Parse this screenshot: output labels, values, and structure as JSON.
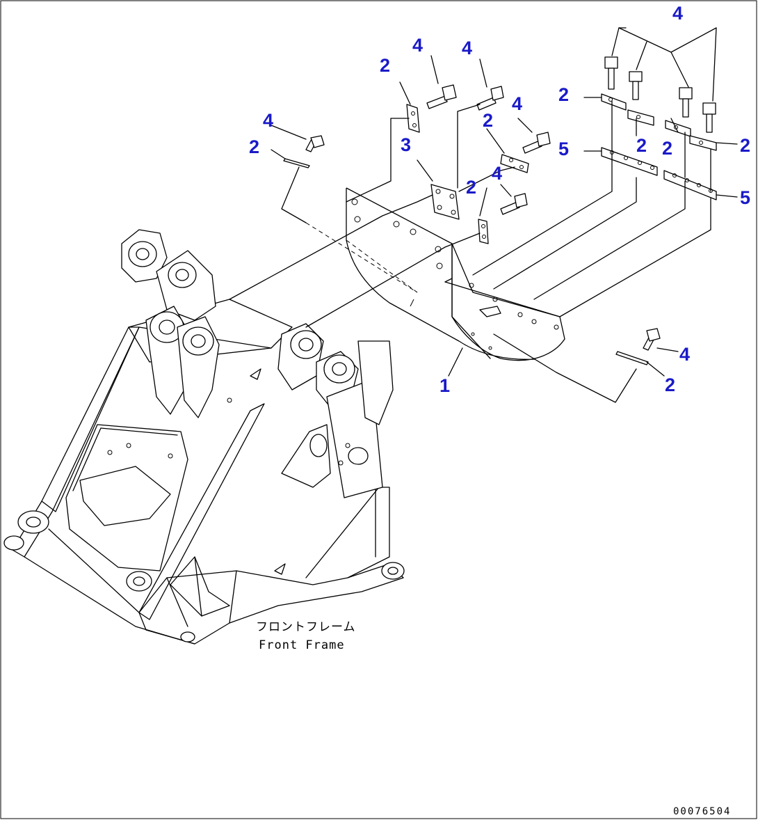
{
  "callouts": {
    "top_group": "4",
    "c2_a": "2",
    "c4_a": "4",
    "c4_b": "4",
    "c4_left": "4",
    "c2_left": "2",
    "c3": "3",
    "c2_mid": "2",
    "c4_mid": "4",
    "c2_mid2": "2",
    "c4_mid2": "4",
    "c2_right1": "2",
    "c5_right1": "5",
    "c2_right2": "2",
    "c2_right3": "2",
    "c2_right4": "2",
    "c5_right2": "5",
    "c4_lower": "4",
    "c2_lower": "2",
    "c1": "1"
  },
  "frame_label": {
    "jp": "フロントフレーム",
    "en": "Front Frame"
  },
  "drawing_code": "00076504"
}
